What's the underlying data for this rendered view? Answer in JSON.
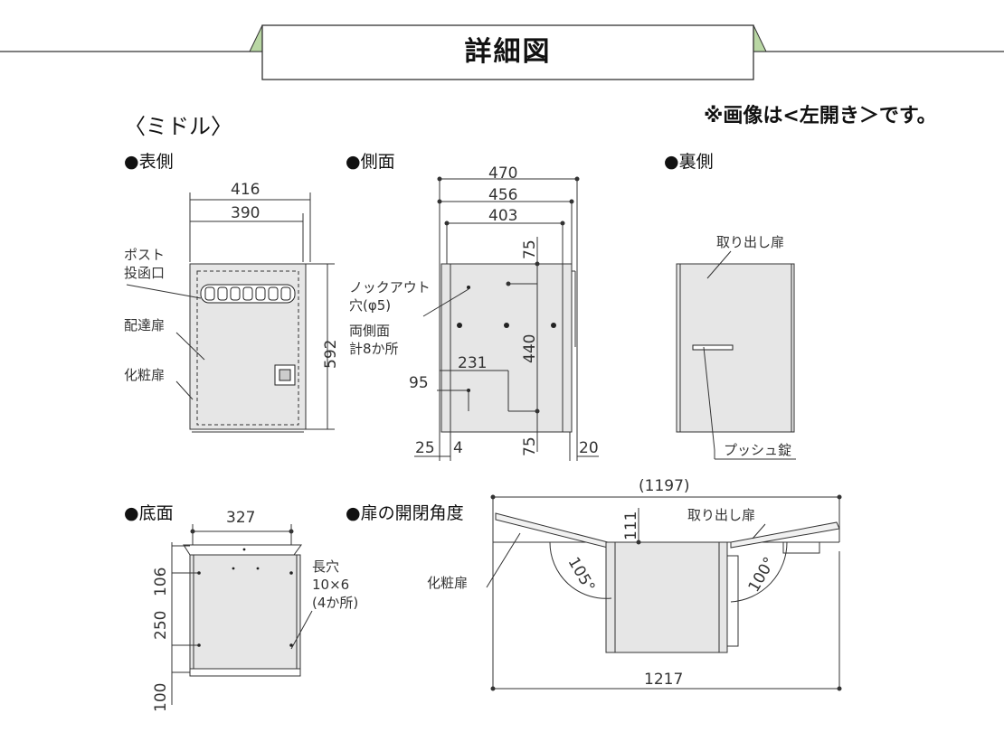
{
  "header": {
    "title": "詳細図"
  },
  "subtitle": "〈ミドル〉",
  "note": "※画像は<左開き＞です。",
  "sections": {
    "front": "●表側",
    "side": "●側面",
    "back": "●裏側",
    "bottom": "●底面",
    "door_angle": "●扉の開閉角度"
  },
  "front_view": {
    "dims": {
      "outer_width": "416",
      "inner_width": "390",
      "height": "592"
    },
    "labels": {
      "post_slot": [
        "ポスト",
        "投函口"
      ],
      "delivery_door": "配達扉",
      "cosmetic_door": "化粧扉"
    }
  },
  "side_view": {
    "dims": {
      "w1": "470",
      "w2": "456",
      "w3": "403",
      "top": "75",
      "mid": "440",
      "bottom": "75",
      "d231": "231",
      "d95": "95",
      "d25": "25",
      "d4": "4",
      "d20": "20"
    },
    "labels": {
      "knockout": [
        "ノックアウト",
        "穴(φ5)",
        "両側面",
        "計8か所"
      ]
    }
  },
  "back_view": {
    "labels": {
      "removal_door": "取り出し扉",
      "push_lock": "プッシュ錠"
    }
  },
  "bottom_view": {
    "dims": {
      "width": "327",
      "d106": "106",
      "d250": "250",
      "d100": "100"
    },
    "labels": {
      "slot": [
        "長穴",
        "10×6",
        "(4か所)"
      ]
    }
  },
  "door_angle_view": {
    "dims": {
      "total_open": "(1197)",
      "total": "1217",
      "d111": "111",
      "left_angle": "105°",
      "right_angle": "100°"
    },
    "labels": {
      "cosmetic_door": "化粧扉",
      "removal_door": "取り出し扉"
    }
  }
}
